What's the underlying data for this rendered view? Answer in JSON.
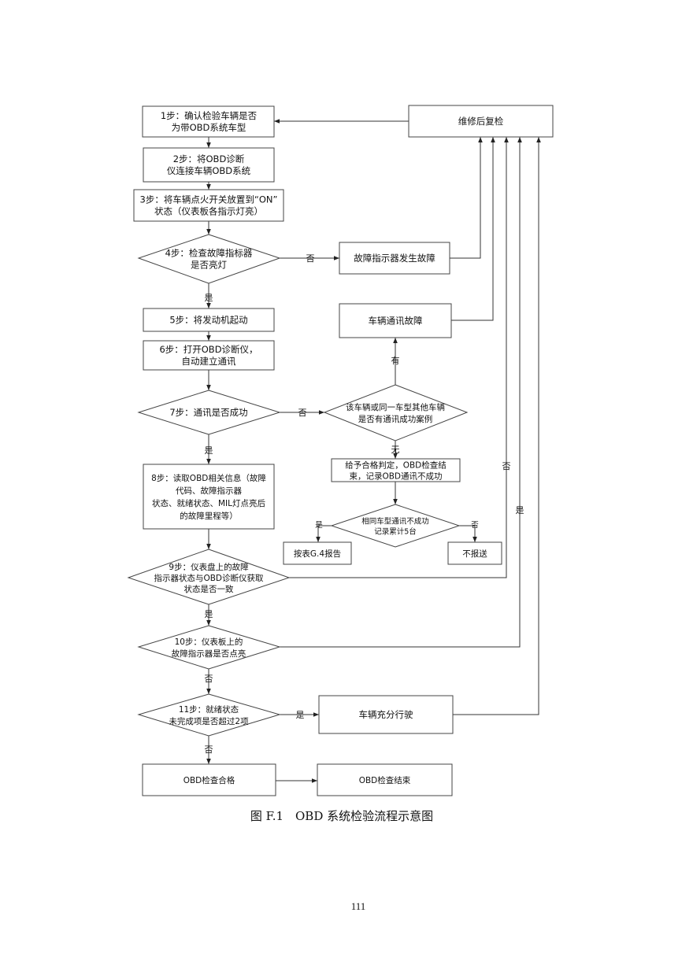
{
  "nodes": {
    "step1": [
      "1步：确认检验车辆是否",
      "为带OBD系统车型"
    ],
    "recheck": [
      "维修后复检"
    ],
    "step2": [
      "2步：将OBD诊断",
      "仪连接车辆OBD系统"
    ],
    "step3": [
      "3步：将车辆点火开关放置到“ON”",
      "状态（仪表板各指示灯亮）"
    ],
    "step4": [
      "4步：检查故障指标器",
      "是否亮灯"
    ],
    "mil_fault": [
      "故障指示器发生故障"
    ],
    "step5": [
      "5步：将发动机起动"
    ],
    "comm_fault": [
      "车辆通讯故障"
    ],
    "step6": [
      "6步：打开OBD诊断仪，",
      "自动建立通讯"
    ],
    "step7": [
      "7步：通讯是否成功"
    ],
    "case_check": [
      "该车辆或同一车型其他车辆",
      "是否有通讯成功案例"
    ],
    "pass_record": [
      "给予合格判定，OBD检查结",
      "束，记录OBD通讯不成功"
    ],
    "step8": [
      "8步：读取OBD相关信息（故障",
      "代码、故障指示器",
      "状态、就绪状态、MIL灯点亮后",
      "的故障里程等）"
    ],
    "count_check": [
      "相同车型通讯不成功",
      "记录累计5台"
    ],
    "report_g4": [
      "按表G.4报告"
    ],
    "no_report": [
      "不报送"
    ],
    "step9": [
      "9步：仪表盘上的故障",
      "指示器状态与OBD诊断仪获取",
      "状态是否一致"
    ],
    "step10": [
      "10步：仪表板上的",
      "故障指示器是否点亮"
    ],
    "step11": [
      "11步：就绪状态",
      "未完成项是否超过2项"
    ],
    "drive": [
      "车辆充分行驶"
    ],
    "obd_pass": [
      "OBD检查合格"
    ],
    "obd_end": [
      "OBD检查结束"
    ]
  },
  "edge_labels": {
    "step4_no": "否",
    "step4_yes": "是",
    "case_yes": "有",
    "step7_no": "否",
    "step7_yes": "是",
    "case_no": "无",
    "count_yes": "是",
    "count_no": "否",
    "step9_no": "否",
    "step9_yes": "是",
    "step10_yes": "是",
    "step10_no": "否",
    "step11_yes": "是",
    "step11_no": "否"
  },
  "caption": "图 F.1　OBD 系统检验流程示意图",
  "page_number": "111"
}
